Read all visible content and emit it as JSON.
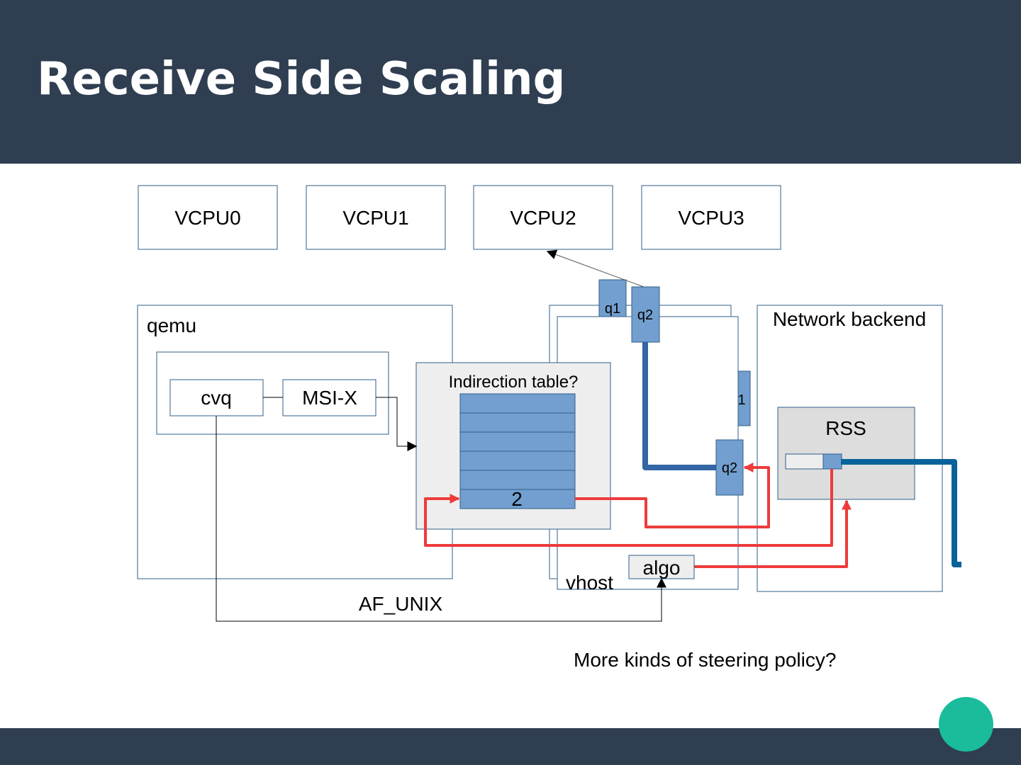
{
  "slide": {
    "title": "Receive Side Scaling",
    "caption": "More kinds of steering policy?"
  },
  "diagram": {
    "vcpus": [
      "VCPU0",
      "VCPU1",
      "VCPU2",
      "VCPU3"
    ],
    "qemu": {
      "label": "qemu",
      "cvq": "cvq",
      "msix": "MSI-X"
    },
    "indirection": {
      "label": "Indirection table?",
      "entry": "2"
    },
    "queues": {
      "q1": "q1",
      "q2": "q2",
      "q2_lower": "q2",
      "partial": "1"
    },
    "vhost": {
      "label": "vhost",
      "algo": "algo"
    },
    "network_backend": {
      "label": "Network backend",
      "rss": "RSS"
    },
    "channel": "AF_UNIX"
  },
  "colors": {
    "header_bg": "#2f3e51",
    "queue_fill": "#729fcf",
    "box_stroke": "#2f5f8a",
    "steer_arrow": "#ee3b3b",
    "data_path": "#3465a4",
    "accent_dot": "#1abc9c"
  }
}
